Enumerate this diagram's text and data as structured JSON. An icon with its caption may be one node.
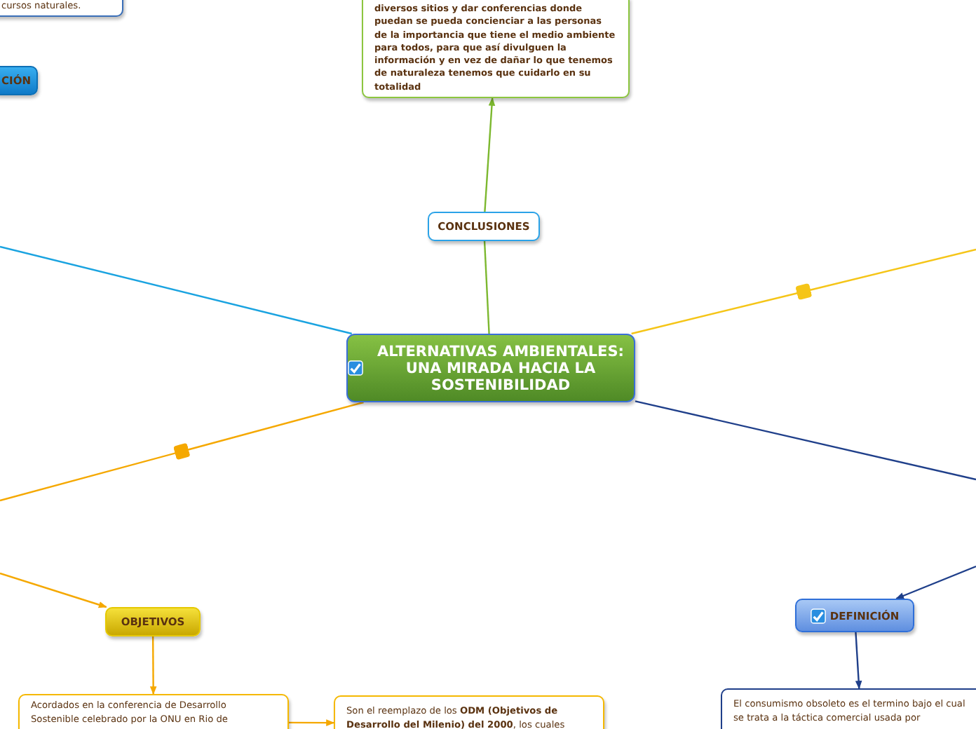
{
  "diagram": {
    "nodes": [
      {
        "text": [
          "ALTERNATIVAS AMBIENTALES: UNA MIRADA HACIA LA SOSTENIBILIDAD"
        ]
      },
      {
        "text": [
          "CONCLUSIONES"
        ]
      },
      {
        "text": [
          "diversos sitios y dar conferencias donde puedan se pueda concienciar a las personas de la importancia que tiene el medio ambiente para todos, para que así divulguen la información y en vez de dañar lo que tenemos de naturaleza tenemos que cuidarlo en su totalidad"
        ]
      },
      {
        "text": [
          "cursos naturales."
        ]
      },
      {
        "text": [
          "CIÓN"
        ]
      },
      {
        "text": [
          "OBJETIVOS"
        ]
      },
      {
        "text": [
          "Acordados en la conferencia de Desarrollo Sostenible celebrado por la ONU en Rio de"
        ]
      },
      {
        "text": [
          "Son el reemplazo de los **ODM (Objetivos de Desarrollo del Milenio) del 2000**, los cuales"
        ]
      },
      {
        "text": [
          "DEFINICIÓN"
        ]
      },
      {
        "text": [
          "El consumismo obsoleto es el termino bajo el cual se trata a la táctica comercial usada por"
        ]
      }
    ],
    "edges": [
      {
        "from": 0,
        "to": 1,
        "arrow": "none",
        "color": "#7cb82f"
      },
      {
        "from": 1,
        "to": 2,
        "arrow": "to",
        "color": "#7cb82f"
      },
      {
        "from": 0,
        "to": null,
        "arrow": "none",
        "color": "#1aa3e0"
      },
      {
        "from": 0,
        "to": null,
        "arrow": "none",
        "color": "#f5c518"
      },
      {
        "from": 0,
        "to": null,
        "arrow": "none",
        "color": "#f5a800"
      },
      {
        "from": 0,
        "to": null,
        "arrow": "none",
        "color": "#1f3f8a"
      },
      {
        "from": null,
        "to": 5,
        "arrow": "to",
        "color": "#f5a800"
      },
      {
        "from": 5,
        "to": 6,
        "arrow": "to",
        "color": "#f5a800"
      },
      {
        "from": 6,
        "to": 7,
        "arrow": "to",
        "color": "#f5a800"
      },
      {
        "from": null,
        "to": 8,
        "arrow": "to",
        "color": "#1f3f8a"
      },
      {
        "from": 8,
        "to": 9,
        "arrow": "to",
        "color": "#1f3f8a"
      }
    ]
  }
}
